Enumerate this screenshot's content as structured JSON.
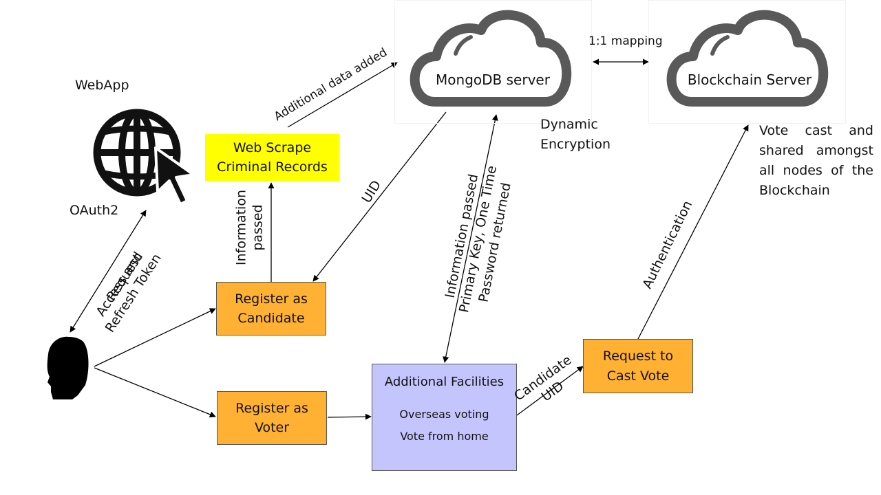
{
  "webapp": {
    "title": "WebApp",
    "oauth": "OAuth2"
  },
  "oauth_arrow": {
    "left": "Request",
    "right": "Access and\nRefresh Token"
  },
  "clouds": {
    "mongo": "MongoDB server",
    "blockchain": "Blockchain Server",
    "mapping": "1:1 mapping"
  },
  "encryption": "Dynamic\nEncryption",
  "boxes": {
    "scrape": "Web Scrape\nCriminal Records",
    "candidate": "Register as\nCandidate",
    "voter": "Register as\nVoter",
    "facilities_title": "Additional Facilities",
    "facility_1": "Overseas voting",
    "facility_2": "Vote from home",
    "cast": "Request to\nCast Vote"
  },
  "edges": {
    "additional": "Additional data added",
    "info_passed": "Information\npassed",
    "uid": "UID",
    "info_primary": "Information passed\nPrimary Key, One Time\nPassword returned",
    "candidate_uid": "Candidate\nUID",
    "auth": "Authentication"
  },
  "vote_note": "Vote cast and shared amongst all nodes of the Blockchain"
}
